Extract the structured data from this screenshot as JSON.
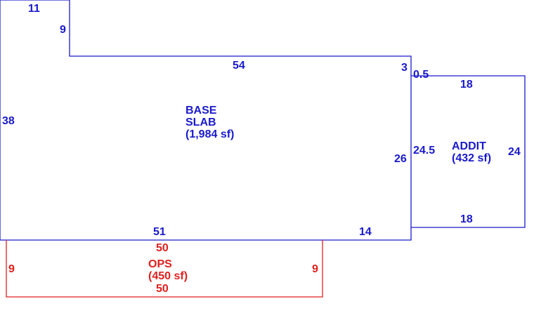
{
  "colors": {
    "base": "#1a1acc",
    "addit": "#1a1acc",
    "ops": "#e0201e"
  },
  "base_slab": {
    "label_line1": "BASE",
    "label_line2": "SLAB",
    "area": "(1,984 sf)",
    "dims": {
      "top_notch_width": "11",
      "notch_depth": "9",
      "top_main": "54",
      "right_top_step": "3",
      "left_side": "38",
      "right_side": "26",
      "bottom_left": "51",
      "bottom_right": "14"
    }
  },
  "addit": {
    "label": "ADDIT",
    "area": "(432 sf)",
    "dims": {
      "offset": "0.5",
      "top": "18",
      "bottom": "18",
      "left": "24.5",
      "right": "24"
    }
  },
  "ops": {
    "label": "OPS",
    "area": "(450 sf)",
    "dims": {
      "top": "50",
      "bottom": "50",
      "left": "9",
      "right": "9"
    }
  }
}
